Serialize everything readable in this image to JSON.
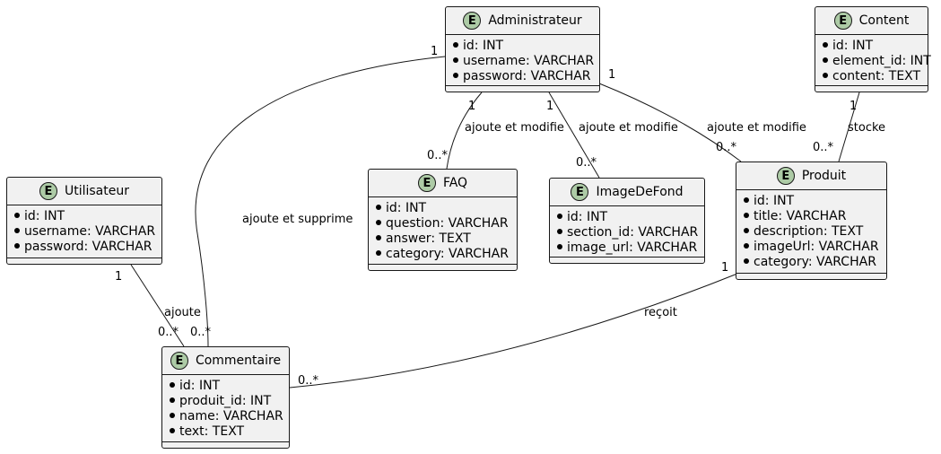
{
  "entities": {
    "administrateur": {
      "badge": "E",
      "name": "Administrateur",
      "fields": [
        "id: INT",
        "username: VARCHAR",
        "password: VARCHAR"
      ]
    },
    "content": {
      "badge": "E",
      "name": "Content",
      "fields": [
        "id: INT",
        "element_id: INT",
        "content: TEXT"
      ]
    },
    "utilisateur": {
      "badge": "E",
      "name": "Utilisateur",
      "fields": [
        "id: INT",
        "username: VARCHAR",
        "password: VARCHAR"
      ]
    },
    "faq": {
      "badge": "E",
      "name": "FAQ",
      "fields": [
        "id: INT",
        "question: VARCHAR",
        "answer: TEXT",
        "category: VARCHAR"
      ]
    },
    "imagedefond": {
      "badge": "E",
      "name": "ImageDeFond",
      "fields": [
        "id: INT",
        "section_id: VARCHAR",
        "image_url: VARCHAR"
      ]
    },
    "produit": {
      "badge": "E",
      "name": "Produit",
      "fields": [
        "id: INT",
        "title: VARCHAR",
        "description: TEXT",
        "imageUrl: VARCHAR",
        "category: VARCHAR"
      ]
    },
    "commentaire": {
      "badge": "E",
      "name": "Commentaire",
      "fields": [
        "id: INT",
        "produit_id: INT",
        "name: VARCHAR",
        "text: TEXT"
      ]
    }
  },
  "relations": {
    "admin_commentaire": {
      "label": "ajoute et supprime",
      "from_mult": "1",
      "to_mult": "0..*"
    },
    "admin_faq": {
      "label": "ajoute et modifie",
      "from_mult": "1",
      "to_mult": "0..*"
    },
    "admin_imagedefond": {
      "label": "ajoute et modifie",
      "from_mult": "1",
      "to_mult": "0..*"
    },
    "admin_produit": {
      "label": "ajoute et modifie",
      "from_mult": "1",
      "to_mult": "0..*"
    },
    "content_produit": {
      "label": "stocke",
      "from_mult": "1",
      "to_mult": "0..*"
    },
    "utilisateur_commentaire": {
      "label": "ajoute",
      "from_mult": "1",
      "to_mult": "0..*"
    },
    "produit_commentaire": {
      "label": "reçoit",
      "from_mult": "1",
      "to_mult": "0..*"
    }
  },
  "colors": {
    "entity_fill": "#f1f1f1",
    "border": "#181818",
    "badge_fill": "#adcba6"
  }
}
